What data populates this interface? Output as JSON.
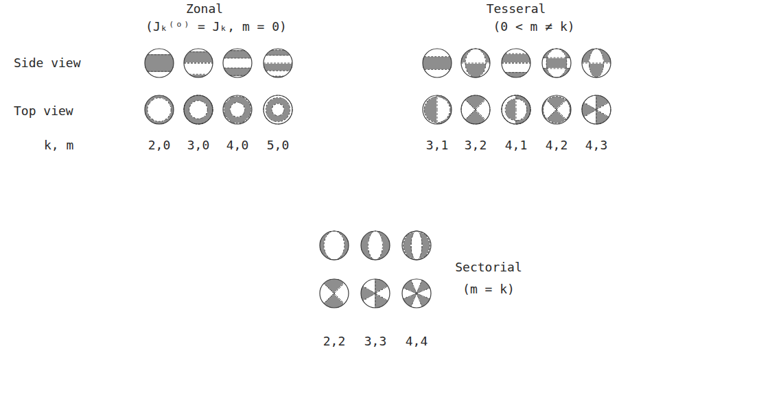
{
  "diagram": {
    "labels": [
      "Zonal",
      "(Jₖ⁽ᵒ⁾ = Jₖ, m = 0)",
      "Tesseral",
      "(0 < m ≠ k)",
      "Side view",
      "Top view",
      "k, m",
      "2,0",
      "3,0",
      "4,0",
      "5,0",
      "3,1",
      "3,2",
      "4,1",
      "4,2",
      "4,3",
      "2,2",
      "3,3",
      "4,4",
      "Sectorial",
      "(m = k)"
    ]
  }
}
